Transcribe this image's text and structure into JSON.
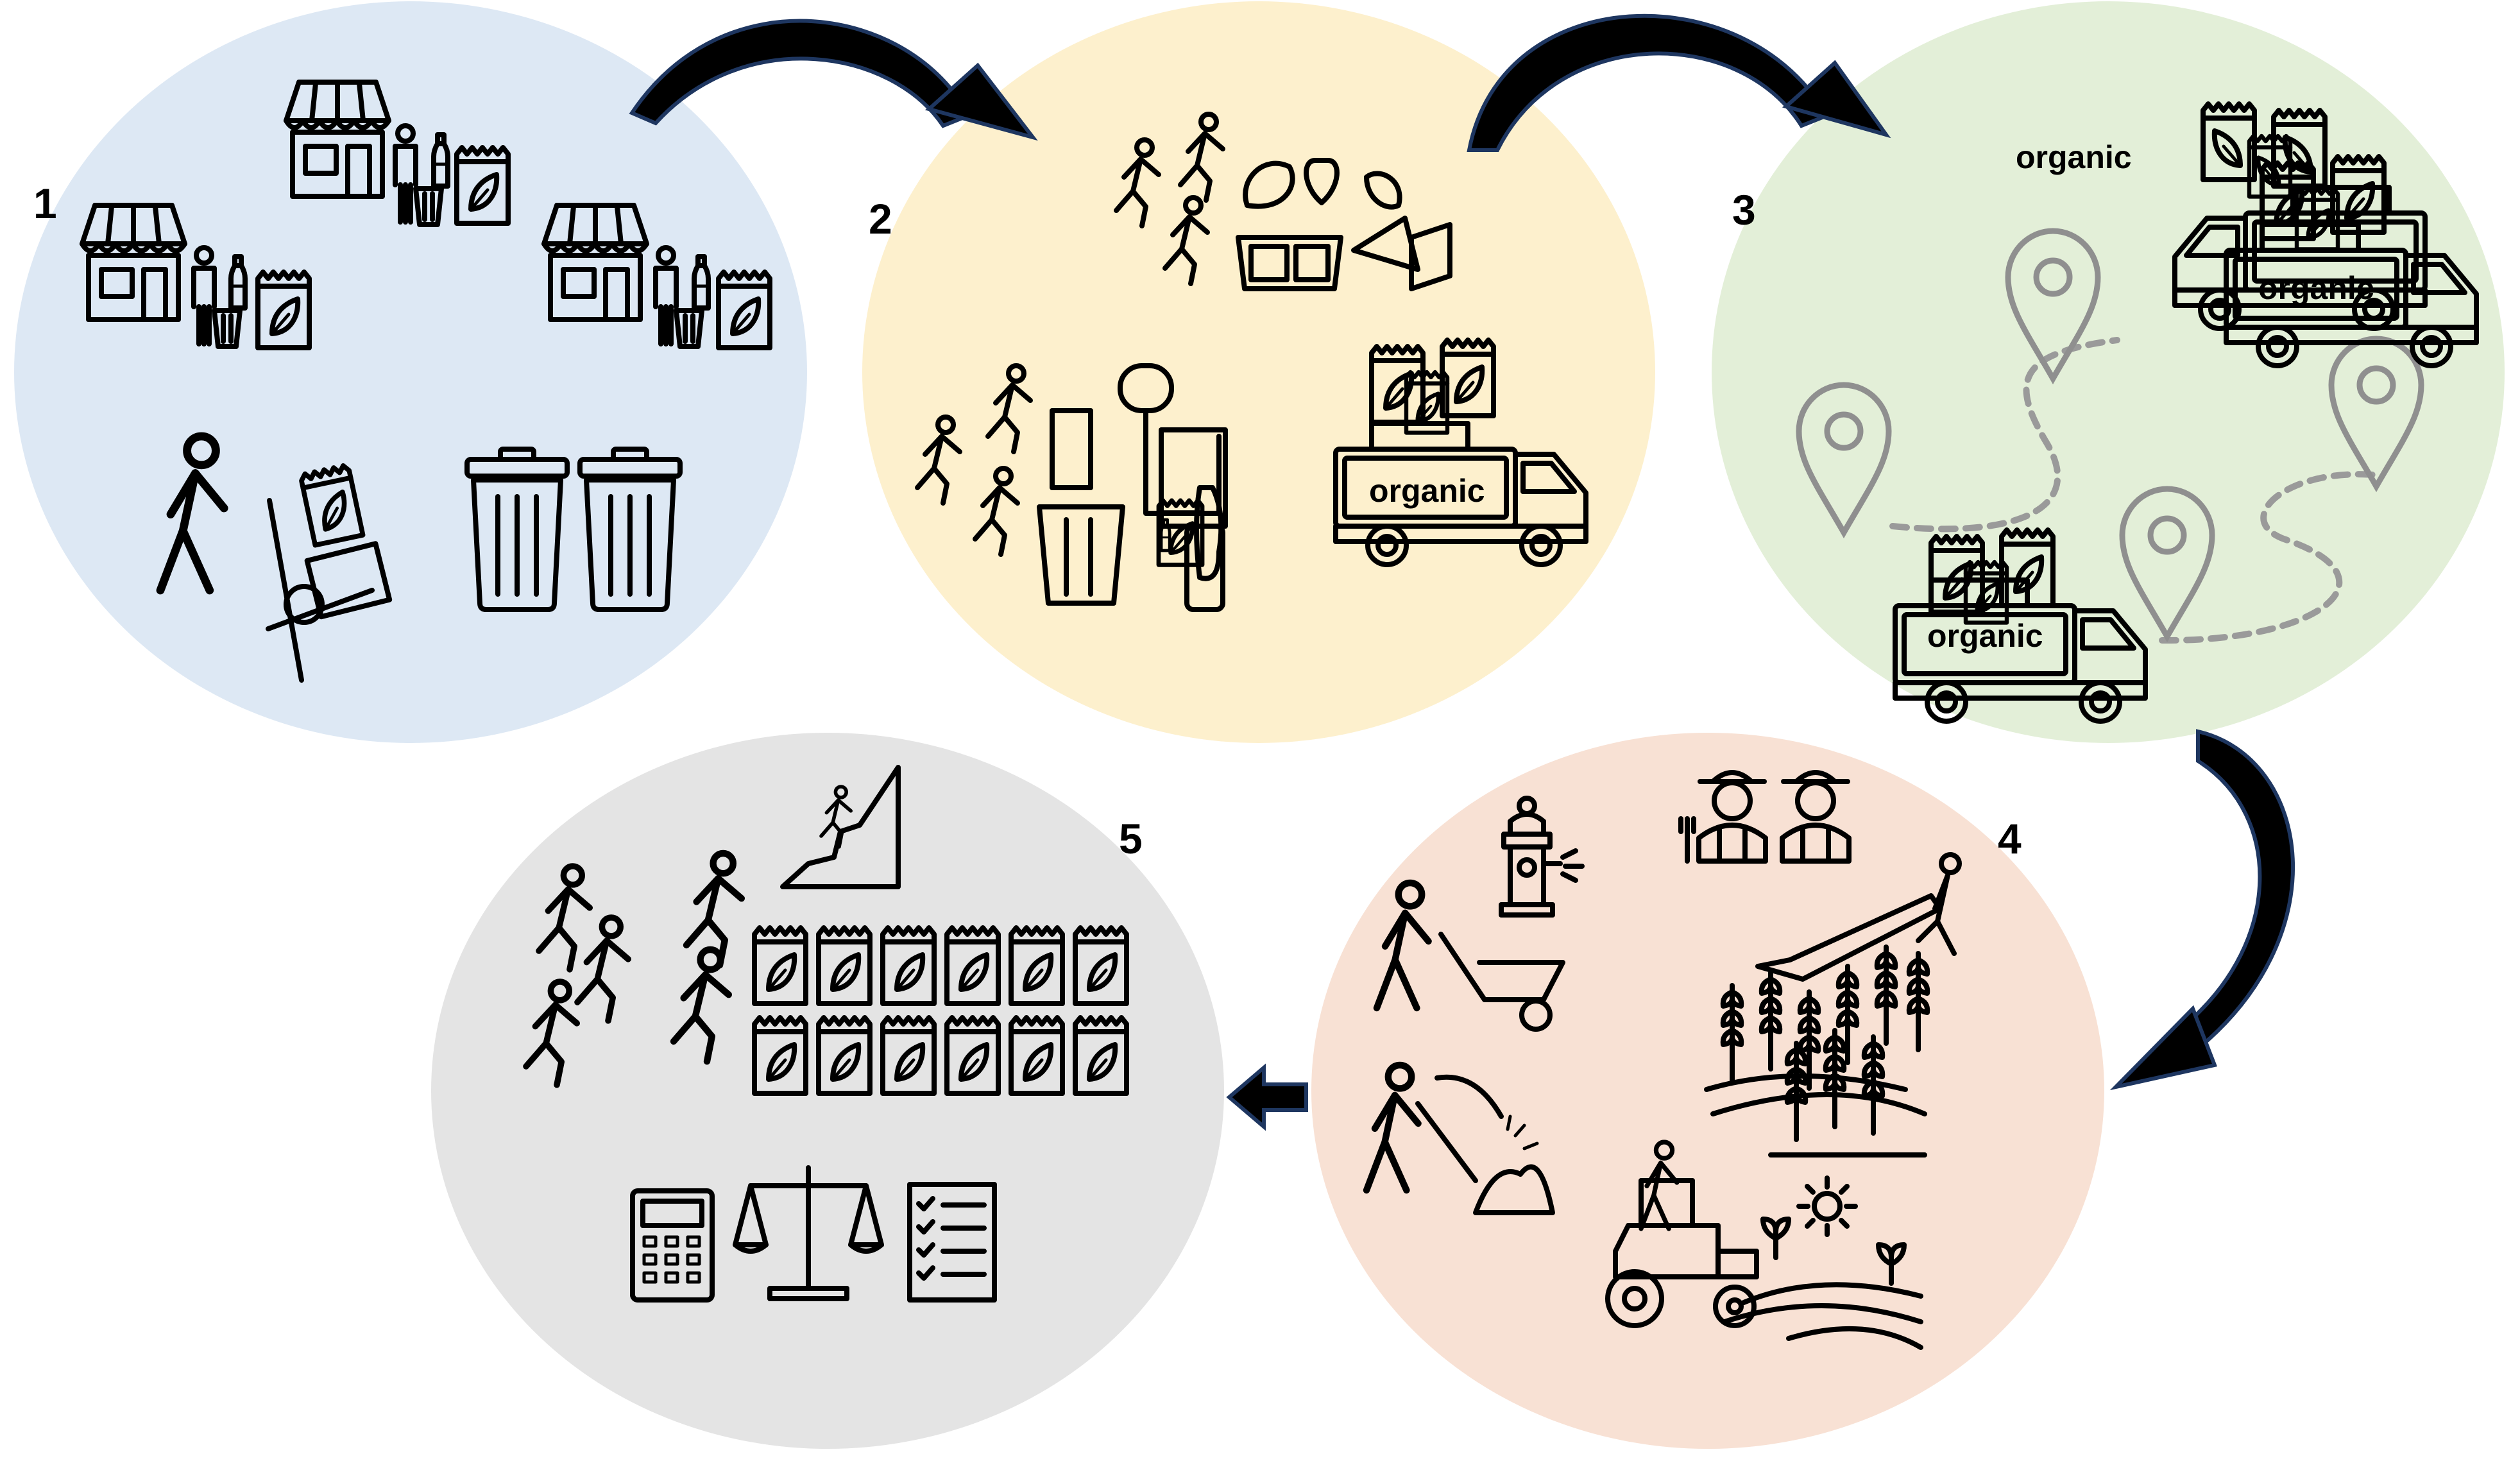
{
  "colors": {
    "stage1": "#dde8f4",
    "stage2": "#fdf0cd",
    "stage3": "#e3efd8",
    "stage4": "#f8e1d4",
    "stage5": "#e4e4e4",
    "arrow": "#000000",
    "arrow_edge": "#1e3660",
    "pins": "#8f8f8f"
  },
  "stages": [
    {
      "number": "1",
      "icons": [
        "shop-icon",
        "person-recycling-icon",
        "compost-bag-icon",
        "hand-truck-worker-icon",
        "trash-bin-icon"
      ]
    },
    {
      "number": "2",
      "icons": [
        "running-people-icon",
        "food-groceries-icon",
        "mixed-waste-icon",
        "organic-truck-icon"
      ]
    },
    {
      "number": "3",
      "icons": [
        "organic-truck-icon",
        "location-pin-icon",
        "dotted-route-icon"
      ]
    },
    {
      "number": "4",
      "icons": [
        "fire-hydrant-icon",
        "farmers-icon",
        "wheelbarrow-worker-icon",
        "pickaxe-worker-icon",
        "wheat-field-icon",
        "tractor-field-icon",
        "sun-icon"
      ]
    },
    {
      "number": "5",
      "icons": [
        "running-people-icon",
        "climber-icon",
        "compost-bag-stack-icon",
        "calculator-icon",
        "balance-scale-icon",
        "checklist-icon"
      ]
    }
  ],
  "truck_label": "organic"
}
